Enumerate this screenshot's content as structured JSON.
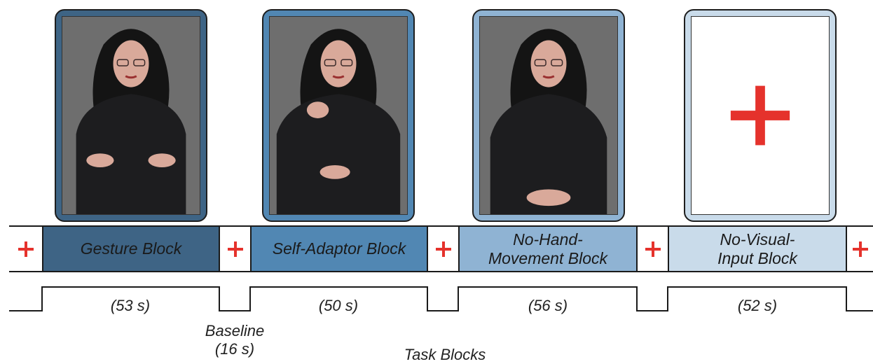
{
  "blocks": [
    {
      "label": "Gesture Block",
      "duration": "(53 s)",
      "color": "#3e6485",
      "image": "person-gesturing"
    },
    {
      "label": "Self-Adaptor Block",
      "duration": "(50 s)",
      "color": "#5187b3",
      "image": "person-self-adaptor"
    },
    {
      "label": "No-Hand-\nMovement Block",
      "duration": "(56 s)",
      "color": "#8fb3d3",
      "image": "person-no-hand-movement"
    },
    {
      "label": "No-Visual-\nInput Block",
      "duration": "(52 s)",
      "color": "#c9dbea",
      "image": "fixation-cross"
    }
  ],
  "baseline": {
    "label": "Baseline\n(16 s)"
  },
  "task_blocks_label": "Task Blocks",
  "colors": {
    "cross": "#e5322c",
    "frame_1": "#3e6485",
    "frame_2": "#5187b3",
    "frame_3": "#8fb3d3",
    "frame_4": "#c9dbea"
  }
}
